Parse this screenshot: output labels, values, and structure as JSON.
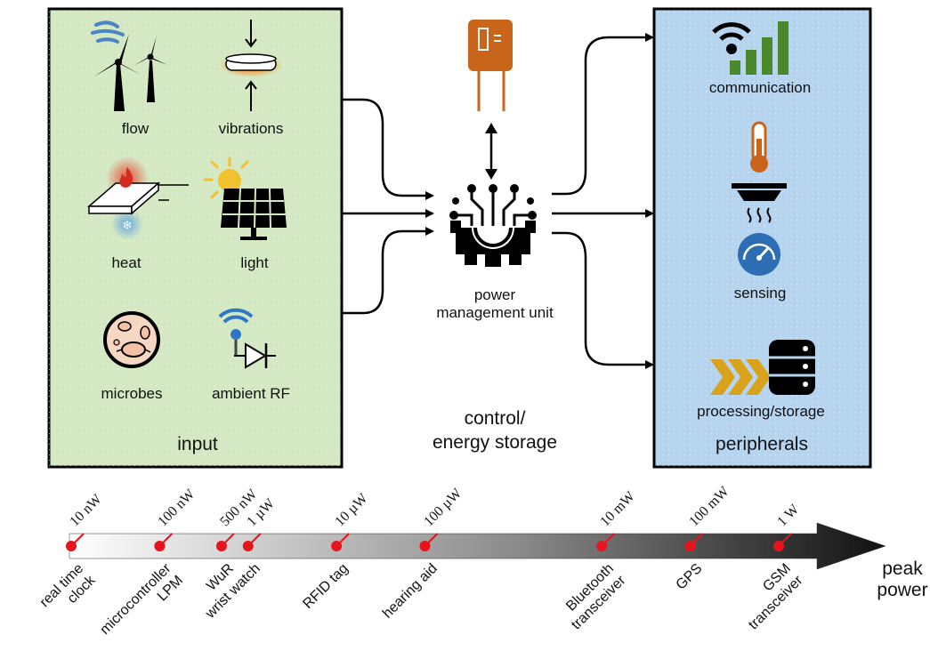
{
  "input": {
    "title": "input",
    "sources": [
      {
        "label": "flow",
        "icon": "wind-turbine-icon"
      },
      {
        "label": "vibrations",
        "icon": "piezo-disc-icon"
      },
      {
        "label": "heat",
        "icon": "thermoelectric-plate-icon"
      },
      {
        "label": "light",
        "icon": "solar-panel-icon"
      },
      {
        "label": "microbes",
        "icon": "microbe-dish-icon"
      },
      {
        "label": "ambient RF",
        "icon": "rf-antenna-diode-icon"
      }
    ],
    "color": "#d4e8c4"
  },
  "center": {
    "pmu_label_line1": "power",
    "pmu_label_line2": "management unit",
    "storage_label_line1": "control/",
    "storage_label_line2": "energy storage",
    "capacitor_icon": "capacitor-icon",
    "pmu_icon": "circuit-gear-icon"
  },
  "peripherals": {
    "title": "peripherals",
    "items": [
      {
        "label": "communication",
        "icon": "signal-bars-icon"
      },
      {
        "label": "sensing",
        "icon": "thermometer-smoke-gauge-icon"
      },
      {
        "label": "processing/storage",
        "icon": "database-chevrons-icon"
      }
    ],
    "color": "#b7d4ef"
  },
  "scale": {
    "axis_label_line1": "peak",
    "axis_label_line2": "power",
    "markers": [
      {
        "power": "10 nW",
        "device": [
          "real time",
          "clock"
        ],
        "log10_watts": -8
      },
      {
        "power": "100 nW",
        "device": [
          "microcontroller",
          "LPM"
        ],
        "log10_watts": -7
      },
      {
        "power": "500 nW",
        "device": [
          "WuR"
        ],
        "log10_watts": -6.3
      },
      {
        "power": "1 µW",
        "device": [
          "wrist watch"
        ],
        "log10_watts": -6
      },
      {
        "power": "10 µW",
        "device": [
          "RFID tag"
        ],
        "log10_watts": -5
      },
      {
        "power": "100 µW",
        "device": [
          "hearing aid"
        ],
        "log10_watts": -4
      },
      {
        "power": "10 mW",
        "device": [
          "Bluetooth",
          "transceiver"
        ],
        "log10_watts": -2
      },
      {
        "power": "100 mW",
        "device": [
          "GPS"
        ],
        "log10_watts": -1
      },
      {
        "power": "1 W",
        "device": [
          "GSM",
          "transceiver"
        ],
        "log10_watts": 0
      }
    ],
    "marker_color": "#e8141b"
  },
  "colors": {
    "wind": "#4a86c5",
    "accent_orange": "#c8651b",
    "signal_green": "#4b8a2c",
    "gold": "#d9a21b",
    "gauge_blue": "#2c6db3"
  }
}
